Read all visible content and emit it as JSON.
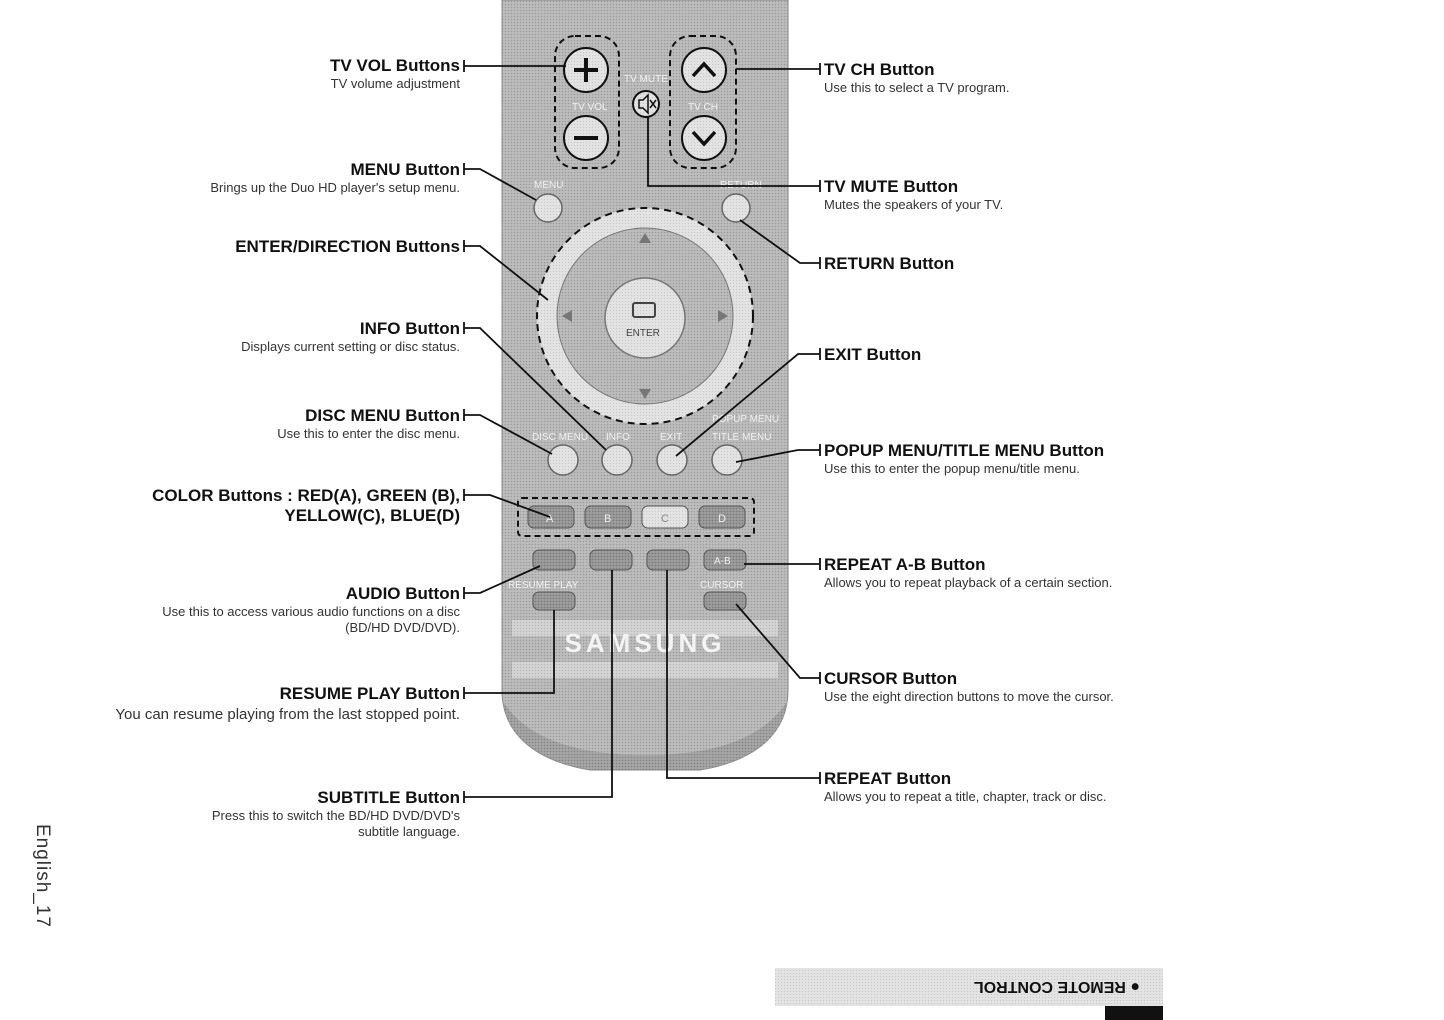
{
  "brand": "SAMSUNG",
  "remote_keys": {
    "tv_mute": "TV MUTE",
    "tv_vol": "TV VOL",
    "tv_ch": "TV CH",
    "menu": "MENU",
    "return": "RETURN",
    "enter": "ENTER",
    "disc_menu": "DISC MENU",
    "info": "INFO",
    "exit": "EXIT",
    "popup_menu": "POPUP MENU",
    "title_menu": "TITLE MENU",
    "color_a": "A",
    "color_b": "B",
    "color_c": "C",
    "color_d": "D",
    "resume_play": "RESUME PLAY",
    "cursor": "CURSOR",
    "a_b": "A-B"
  },
  "left_labels": [
    {
      "title": "TV VOL Buttons",
      "desc": "TV volume adjustment"
    },
    {
      "title": "MENU Button",
      "desc": "Brings up the Duo HD player's setup menu."
    },
    {
      "title": "ENTER/DIRECTION Buttons",
      "desc": ""
    },
    {
      "title": "INFO Button",
      "desc": "Displays current setting or disc status."
    },
    {
      "title": "DISC MENU Button",
      "desc": "Use this to enter the disc menu."
    },
    {
      "title": "COLOR Buttons : RED(A), GREEN (B),",
      "title2": "YELLOW(C), BLUE(D)",
      "desc": ""
    },
    {
      "title": "AUDIO Button",
      "desc": "Use this to access various audio functions on a disc",
      "desc2": "(BD/HD DVD/DVD)."
    },
    {
      "title": "RESUME PLAY Button",
      "desc": "You can resume playing from the last stopped point."
    },
    {
      "title": "SUBTITLE Button",
      "desc": "Press this to switch the BD/HD DVD/DVD's",
      "desc2": "subtitle language."
    }
  ],
  "right_labels": [
    {
      "title": "TV CH Button",
      "desc": "Use this to select a TV program."
    },
    {
      "title": "TV MUTE Button",
      "desc": "Mutes the speakers of your TV."
    },
    {
      "title": "RETURN Button",
      "desc": ""
    },
    {
      "title": "EXIT Button",
      "desc": ""
    },
    {
      "title": "POPUP MENU/TITLE MENU Button",
      "desc": "Use this to enter the popup menu/title menu."
    },
    {
      "title": "REPEAT A-B Button",
      "desc": "Allows you to repeat playback of a certain section."
    },
    {
      "title": "CURSOR Button",
      "desc": "Use the eight direction buttons to move the cursor."
    },
    {
      "title": "REPEAT Button",
      "desc": "Allows you to repeat a title, chapter, track or disc."
    }
  ],
  "page_number": "English_17",
  "section_title": "● REMOTE CONTROL"
}
